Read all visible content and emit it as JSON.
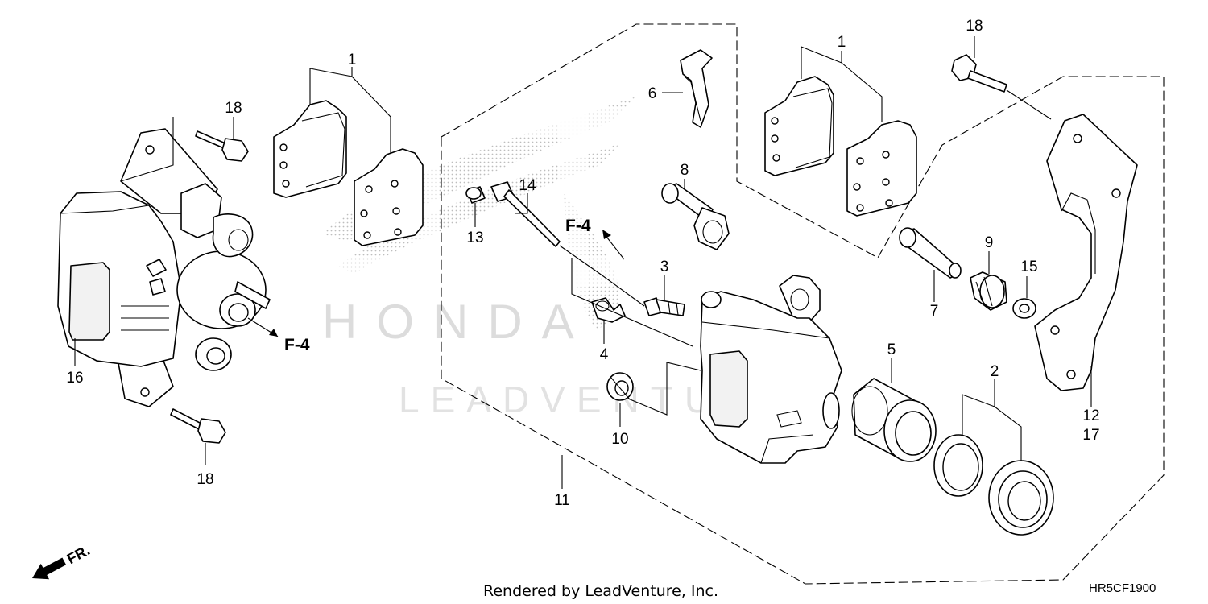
{
  "watermark": {
    "brand": "HONDA",
    "text": "LEADVENTURE"
  },
  "callouts": {
    "pads_left": "1",
    "pads_right": "1",
    "piston_seal": "2",
    "bleeder": "3",
    "bleeder_cap": "4",
    "piston": "5",
    "pad_spring": "6",
    "pin_a": "7",
    "pin_b": "8",
    "boot": "9",
    "boot_small": "10",
    "caliper_assy": "11",
    "bracket_a": "12",
    "bracket_b": "17",
    "pin_plug": "13",
    "pad_pin": "14",
    "washer": "15",
    "caliper_left": "16",
    "bolt_top_left": "18",
    "bolt_bottom_left": "18",
    "bolt_top_right": "18"
  },
  "references": {
    "left": "F-4",
    "center": "F-4"
  },
  "direction_label": "FR.",
  "footer": {
    "rendered_by": "Rendered by LeadVenture, Inc.",
    "diagram_code": "HR5CF1900"
  }
}
